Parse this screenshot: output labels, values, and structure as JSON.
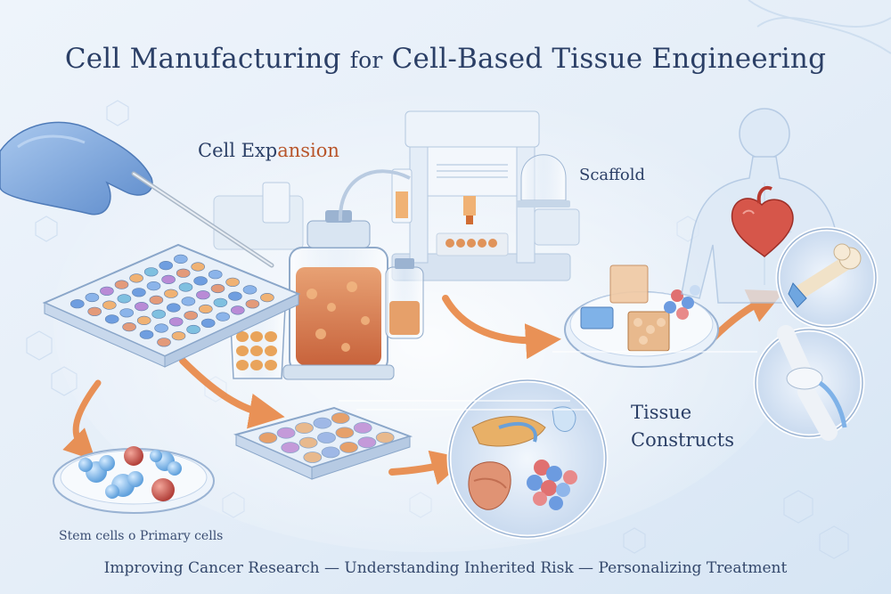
{
  "title": {
    "part1": "Cell Manufacturing",
    "part2": "for",
    "part3": "Cell-Based Tissue Engineering"
  },
  "labels": {
    "expansion_a": "Cell Exp",
    "expansion_b": "ansion",
    "scaffold": "Scaffold",
    "tissue_line1": "Tissue",
    "tissue_line2": "Constructs",
    "cells": "Stem cells o Primary cells"
  },
  "footer": "Improving Cancer Research — Understanding Inherited Risk — Personalizing Treatment",
  "colors": {
    "title": "#2b3f66",
    "accent_orange": "#e8803a",
    "background": "#e6eff8",
    "glove": "#7fa8da",
    "medium": "#d2693a"
  },
  "icons": [
    "glove-hand-icon",
    "well-plate-icon",
    "bioreactor-icon",
    "bioprinter-icon",
    "scaffold-dish-icon",
    "human-body-icon",
    "heart-icon",
    "bone-icon",
    "knee-joint-icon",
    "tissue-constructs-icon",
    "cells-dish-icon"
  ]
}
